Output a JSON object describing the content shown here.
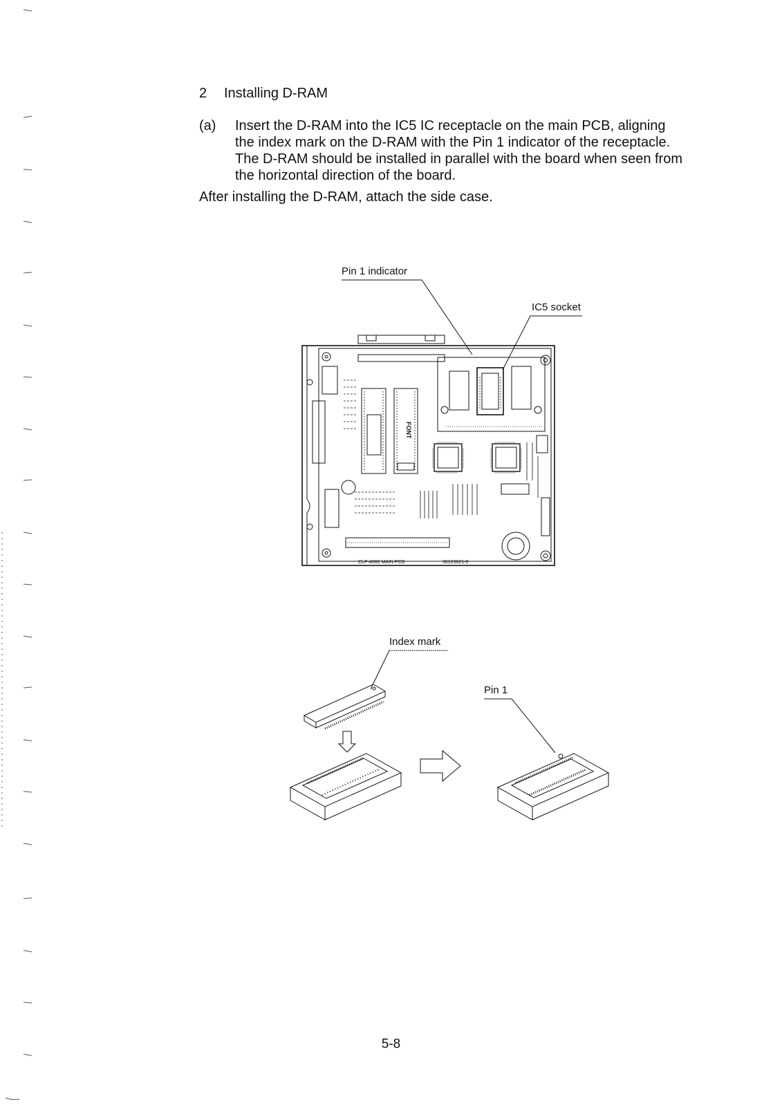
{
  "section": {
    "number": "2",
    "title": "Installing D-RAM"
  },
  "step": {
    "label": "(a)",
    "text": "Insert the D-RAM into the IC5 IC receptacle on the main PCB, aligning the index mark on the D-RAM with the Pin 1 indicator of the receptacle. The D-RAM should be installed in parallel with the board when seen from the horizontal direction of the board."
  },
  "after_text": "After installing the D-RAM, attach the side case.",
  "figure_top": {
    "callouts": {
      "pin1_indicator": "Pin 1 indicator",
      "ic5_socket": "IC5 socket"
    },
    "board_labels": {
      "font_chip": "FONT",
      "pcb_name": "CLP-4080 MAIN PCB",
      "pcb_code": "30103821-0"
    }
  },
  "figure_bottom": {
    "callouts": {
      "index_mark": "Index mark",
      "pin1": "Pin 1"
    }
  },
  "page_number": "5-8"
}
